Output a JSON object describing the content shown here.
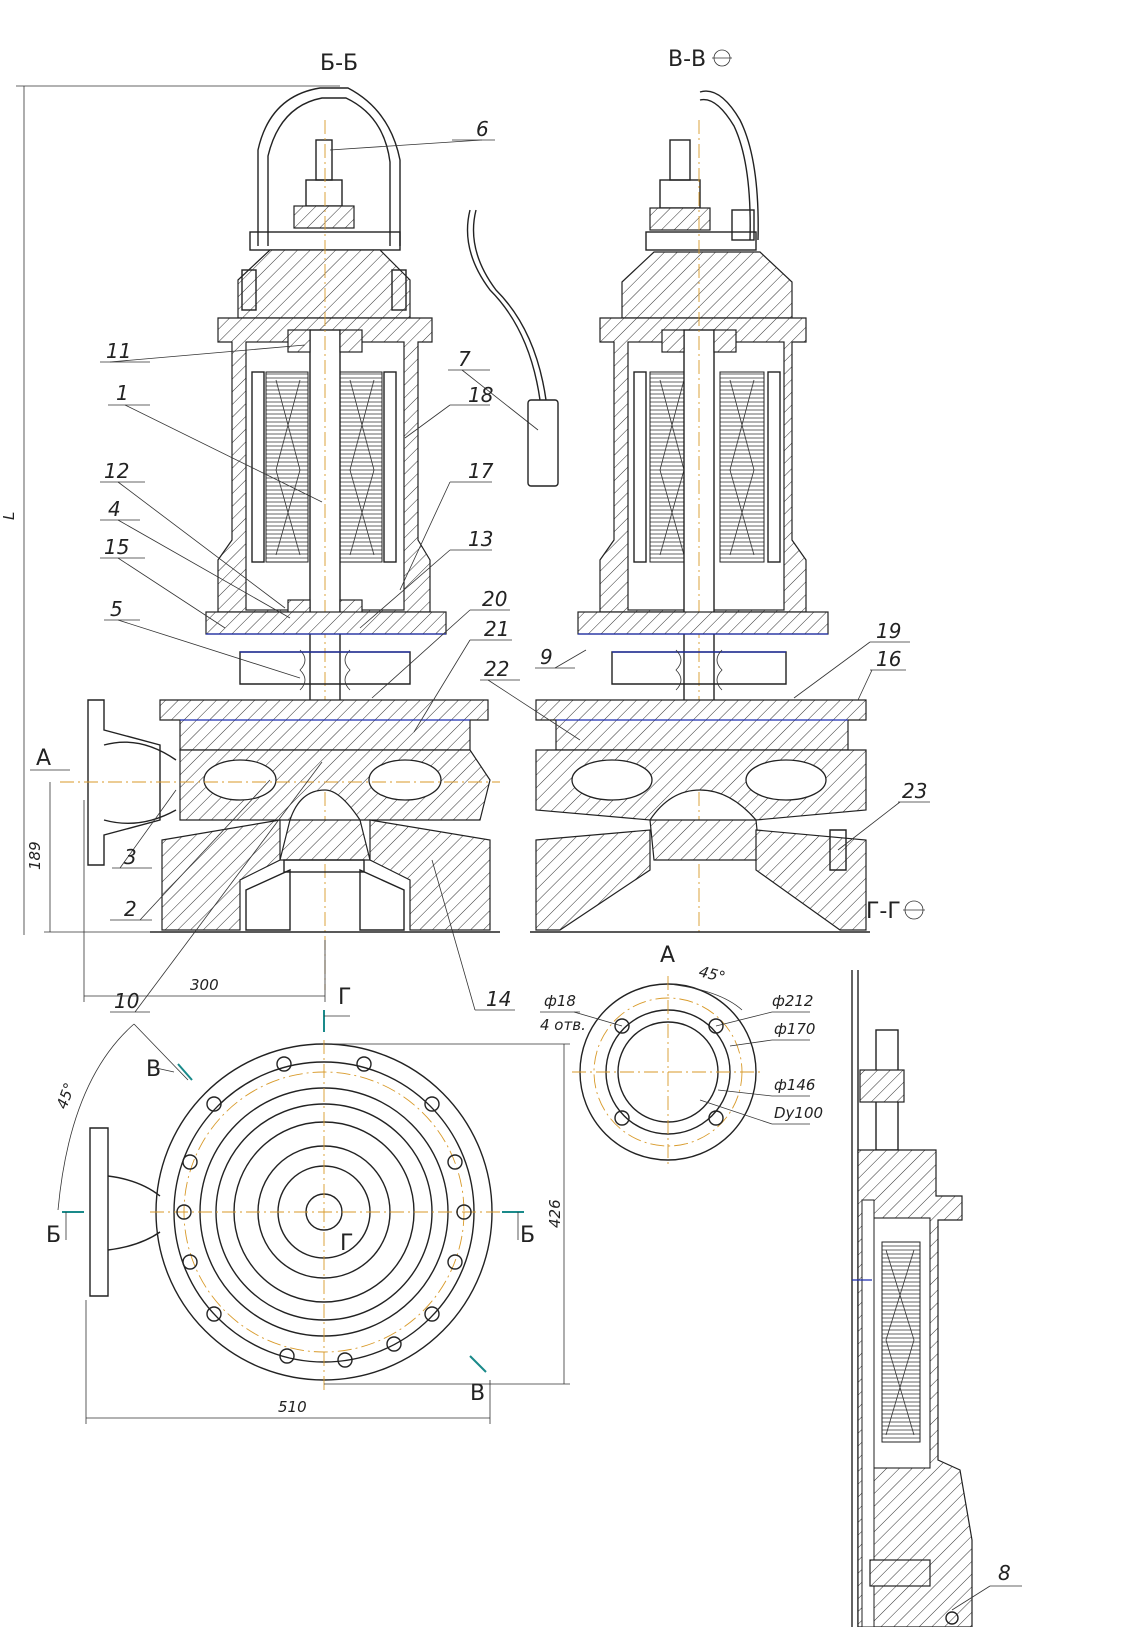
{
  "sections": {
    "bb": "Б-Б",
    "vv": "В-В",
    "gg": "Г-Г",
    "a": "А"
  },
  "cut_marks": {
    "b_left": "Б",
    "b_right": "Б",
    "v_top": "В",
    "v_bottom": "В",
    "g_top": "Г",
    "g_center": "Г",
    "a_left": "А"
  },
  "part_labels": {
    "p1": "1",
    "p2": "2",
    "p3": "3",
    "p4": "4",
    "p5": "5",
    "p6": "6",
    "p7": "7",
    "p8": "8",
    "p9": "9",
    "p10": "10",
    "p11": "11",
    "p12": "12",
    "p13": "13",
    "p14": "14",
    "p15": "15",
    "p16": "16",
    "p17": "17",
    "p18": "18",
    "p19": "19",
    "p20": "20",
    "p21": "21",
    "p22": "22",
    "p23": "23"
  },
  "dimensions": {
    "overall_height": "L",
    "axis_height": "189",
    "axis_offset": "300",
    "plan_width": "510",
    "plan_height": "426",
    "angle_plan": "45°",
    "angle_flange": "45°",
    "hole_dia": "ф18",
    "hole_count": "4 отв.",
    "d212": "ф212",
    "d170": "ф170",
    "d146": "ф146",
    "dn": "Dy100"
  },
  "colors": {
    "lines": "#222222",
    "blue_contour": "#1f2fb0",
    "axis": "#d89a2a",
    "cut_line": "#1a8a8a"
  }
}
